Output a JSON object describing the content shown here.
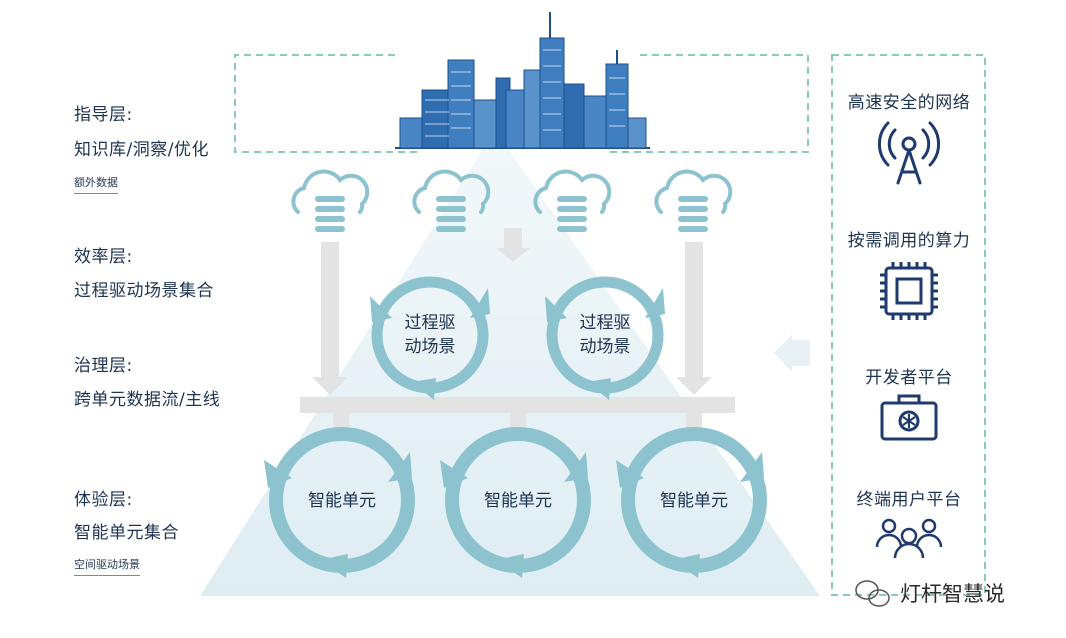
{
  "left_layers": [
    {
      "title": "指导层:",
      "detail": "知识库/洞察/优化",
      "sub": "额外数据"
    },
    {
      "title": "效率层:",
      "detail": "过程驱动场景集合"
    },
    {
      "title": "治理层:",
      "detail": "跨单元数据流/主线"
    },
    {
      "title": "体验层:",
      "detail": "智能单元集合",
      "sub": "空间驱动场景"
    }
  ],
  "center": {
    "process_rings": [
      "过程驱\n动场景",
      "过程驱\n动场景"
    ],
    "unit_rings": [
      "智能单元",
      "智能单元",
      "智能单元"
    ]
  },
  "right_panel": [
    {
      "label": "高速安全的网络",
      "icon": "antenna-icon"
    },
    {
      "label": "按需调用的算力",
      "icon": "chip-icon"
    },
    {
      "label": "开发者平台",
      "icon": "toolbox-icon"
    },
    {
      "label": "终端用户平台",
      "icon": "users-icon"
    }
  ],
  "watermark": "灯杆智慧说",
  "colors": {
    "teal": "#8cc3cf",
    "navy": "#1f3a6e",
    "gray_arrow": "#e3e3e3",
    "pyramid": "#e6f1f5",
    "dash": "#8ccab8"
  }
}
